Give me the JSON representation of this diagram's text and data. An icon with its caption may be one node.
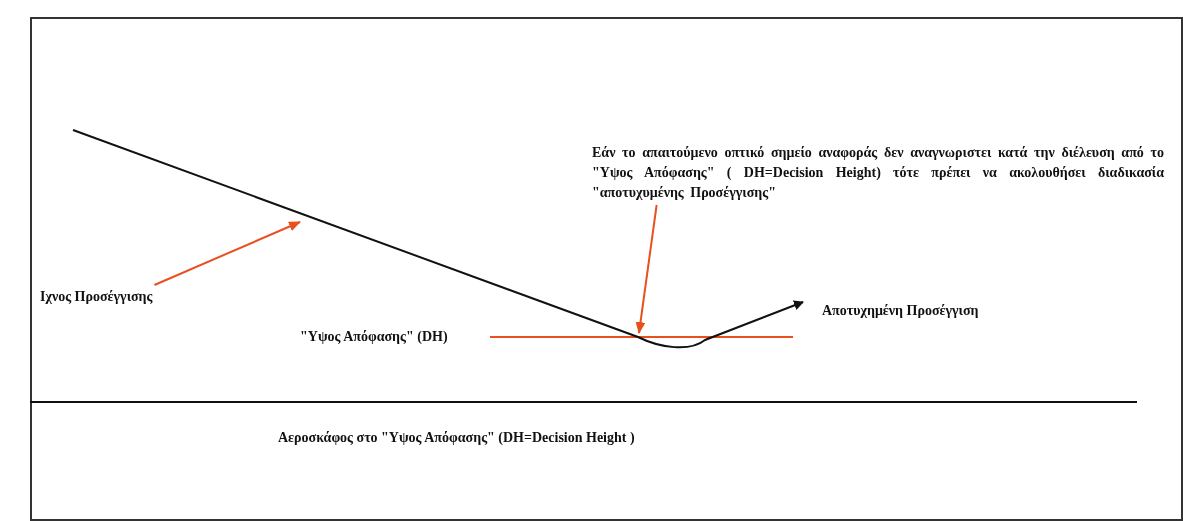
{
  "diagram": {
    "nodes": [
      {
        "text": [
          "Ιχνος Προσέγγισης"
        ]
      },
      {
        "text": [
          "Εάν το απαιτούμενο οπτικό σημείο αναφοράς δεν αναγνωριστει κατά την διέλευση από το \"Υψος Απόφασης\" ( DH=Decision Height) τότε πρέπει να ακολουθήσει διαδικασία \"αποτυχυμένης Προσέγγισης\""
        ]
      }
    ],
    "edges": [
      {
        "from": 0,
        "to": null,
        "arrow": "to"
      },
      {
        "from": 1,
        "to": null,
        "arrow": "to"
      }
    ],
    "labels": [
      "Αποτυχημένη Προσέγγιση",
      "\"Υψος Απόφασης\" (DH)",
      "Αεροσκάφος στο \"Υψος Απόφασης\" (DH=Decision Height )"
    ]
  }
}
